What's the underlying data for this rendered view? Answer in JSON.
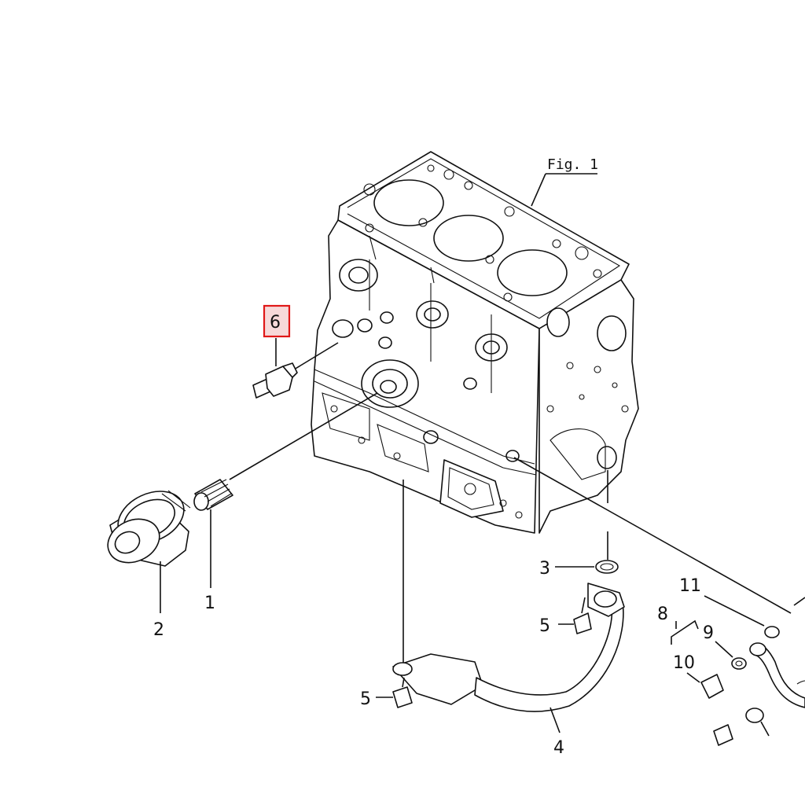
{
  "figure": {
    "label": "Fig. 1"
  },
  "callouts": [
    {
      "id": "c1",
      "text": "1"
    },
    {
      "id": "c2",
      "text": "2"
    },
    {
      "id": "c3",
      "text": "3"
    },
    {
      "id": "c4",
      "text": "4"
    },
    {
      "id": "c5a",
      "text": "5"
    },
    {
      "id": "c5b",
      "text": "5"
    },
    {
      "id": "c6",
      "text": "6",
      "highlighted": true
    },
    {
      "id": "c8",
      "text": "8"
    },
    {
      "id": "c9",
      "text": "9"
    },
    {
      "id": "c10",
      "text": "10"
    },
    {
      "id": "c11",
      "text": "11"
    }
  ],
  "colors": {
    "line": "#111111",
    "highlight_border": "#e01818",
    "highlight_fill": "#f7d9d9",
    "background": "#ffffff"
  }
}
